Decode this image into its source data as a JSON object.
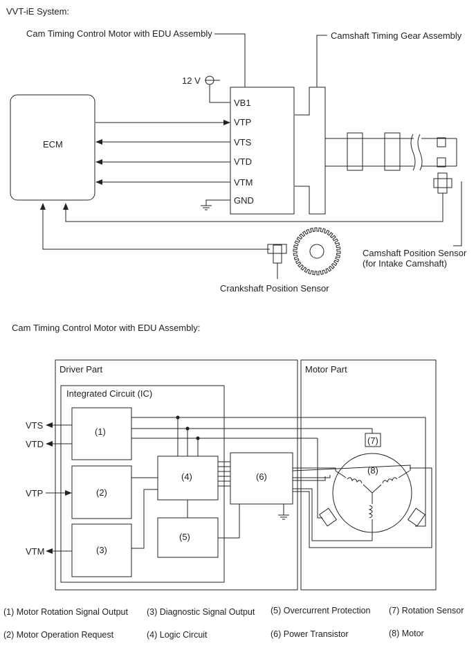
{
  "top": {
    "section_title": "VVT-iE System:",
    "callout_edu": "Cam Timing Control Motor with EDU Assembly",
    "callout_gear": "Camshaft Timing Gear Assembly",
    "voltage": "12 V",
    "ecm_label": "ECM",
    "terminals": [
      "VB1",
      "VTP",
      "VTS",
      "VTD",
      "VTM",
      "GND"
    ],
    "cam_sensor_line1": "Camshaft Position Sensor",
    "cam_sensor_line2": "(for Intake Camshaft)",
    "crank_sensor": "Crankshaft Position Sensor"
  },
  "bottom": {
    "section_title": "Cam Timing Control Motor with EDU Assembly:",
    "driver_part": "Driver Part",
    "ic_label": "Integrated Circuit (IC)",
    "motor_part": "Motor Part",
    "pins": [
      "VTS",
      "VTD",
      "VTP",
      "VTM"
    ],
    "block_numbers": [
      "(1)",
      "(2)",
      "(3)",
      "(4)",
      "(5)",
      "(6)",
      "(7)",
      "(8)"
    ]
  },
  "legend": [
    "(1) Motor Rotation Signal Output",
    "(2) Motor Operation Request",
    "(3) Diagnostic Signal Output",
    "(4) Logic Circuit",
    "(5) Overcurrent Protection",
    "(6) Power Transistor",
    "(7) Rotation Sensor",
    "(8) Motor"
  ]
}
